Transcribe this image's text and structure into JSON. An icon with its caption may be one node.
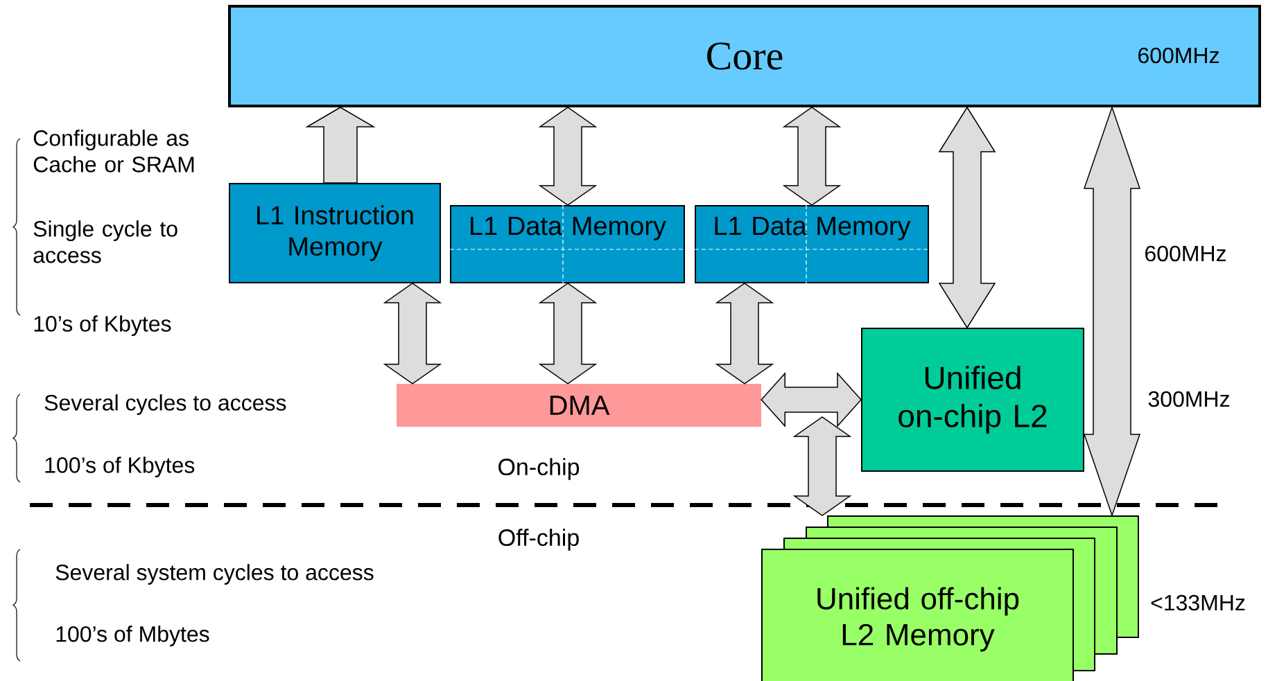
{
  "diagram": {
    "nodes": [
      {
        "text": [
          "Core",
          "600MHz"
        ]
      },
      {
        "text": [
          "L1 Instruction Memory"
        ]
      },
      {
        "text": [
          "L1 Data Memory"
        ]
      },
      {
        "text": [
          "L1 Data Memory"
        ]
      },
      {
        "text": [
          "DMA"
        ]
      },
      {
        "text": [
          "Unified on-chip L2"
        ]
      },
      {
        "text": [
          "Unified off-chip L2 Memory"
        ]
      }
    ],
    "edges": [
      {
        "from": 1,
        "to": 0,
        "arrow": "to"
      },
      {
        "from": 2,
        "to": 0,
        "arrow": "both"
      },
      {
        "from": 3,
        "to": 0,
        "arrow": "both"
      },
      {
        "from": 5,
        "to": 0,
        "arrow": "both"
      },
      {
        "from": 0,
        "to": 6,
        "arrow": "both"
      },
      {
        "from": 1,
        "to": 4,
        "arrow": "both"
      },
      {
        "from": 2,
        "to": 4,
        "arrow": "both"
      },
      {
        "from": 3,
        "to": 4,
        "arrow": "both"
      },
      {
        "from": 4,
        "to": 5,
        "arrow": "both"
      },
      {
        "from": null,
        "to": 6,
        "arrow": "both"
      }
    ],
    "labels": [
      "Configurable as Cache or SRAM",
      "Single cycle to access",
      "10’s of Kbytes",
      "Several cycles to access",
      "100’s of Kbytes",
      "On-chip",
      "Off-chip",
      "Several system cycles to access",
      "100’s of Mbytes",
      "600MHz",
      "300MHz",
      "<133MHz"
    ]
  }
}
